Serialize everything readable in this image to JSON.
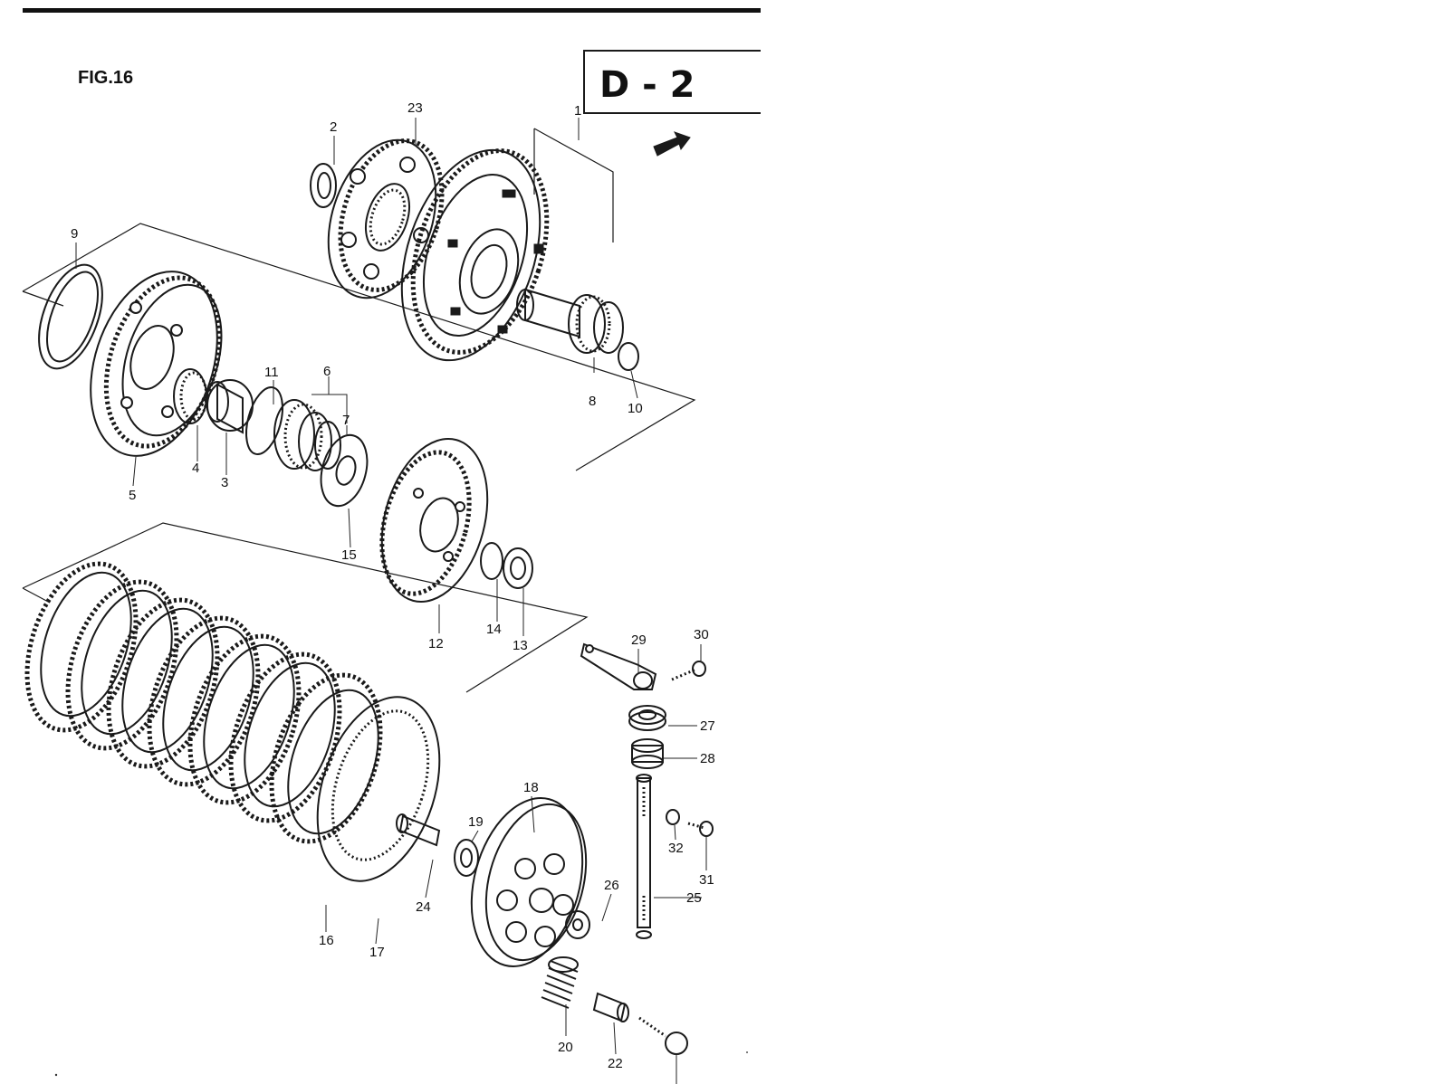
{
  "figure": {
    "title": "FIG.16",
    "page_code": "D - 2"
  },
  "icons": {
    "front_arrow": "front-direction-arrow-icon"
  },
  "labels": [
    {
      "id": "l1",
      "text": "1"
    },
    {
      "id": "l2",
      "text": "2"
    },
    {
      "id": "l3",
      "text": "3"
    },
    {
      "id": "l4",
      "text": "4"
    },
    {
      "id": "l5",
      "text": "5"
    },
    {
      "id": "l6",
      "text": "6"
    },
    {
      "id": "l7",
      "text": "7"
    },
    {
      "id": "l8",
      "text": "8"
    },
    {
      "id": "l9",
      "text": "9"
    },
    {
      "id": "l10",
      "text": "10"
    },
    {
      "id": "l11",
      "text": "11"
    },
    {
      "id": "l12",
      "text": "12"
    },
    {
      "id": "l13",
      "text": "13"
    },
    {
      "id": "l14",
      "text": "14"
    },
    {
      "id": "l15",
      "text": "15"
    },
    {
      "id": "l16",
      "text": "16"
    },
    {
      "id": "l17",
      "text": "17"
    },
    {
      "id": "l18",
      "text": "18"
    },
    {
      "id": "l19",
      "text": "19"
    },
    {
      "id": "l20",
      "text": "20"
    },
    {
      "id": "l22",
      "text": "22"
    },
    {
      "id": "l23",
      "text": "23"
    },
    {
      "id": "l24",
      "text": "24"
    },
    {
      "id": "l25",
      "text": "25"
    },
    {
      "id": "l26",
      "text": "26"
    },
    {
      "id": "l27",
      "text": "27"
    },
    {
      "id": "l28",
      "text": "28"
    },
    {
      "id": "l29",
      "text": "29"
    },
    {
      "id": "l30",
      "text": "30"
    },
    {
      "id": "l31",
      "text": "31"
    },
    {
      "id": "l32",
      "text": "32"
    }
  ]
}
